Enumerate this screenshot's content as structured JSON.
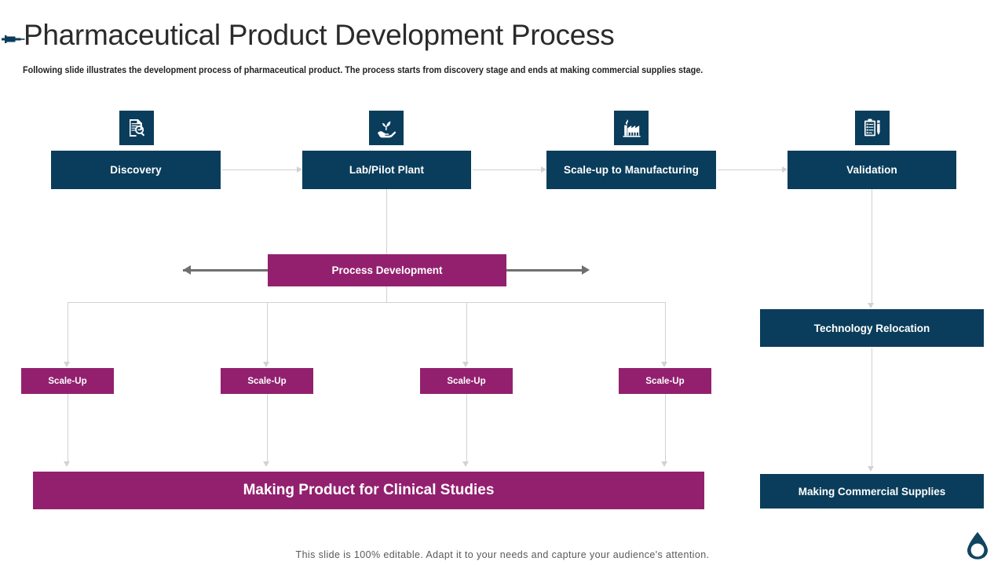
{
  "header": {
    "bullet_icon": "syringe-icon",
    "title": "Pharmaceutical Product Development Process",
    "subtitle": "Following slide illustrates the development process of pharmaceutical product. The process starts from discovery stage and ends at making commercial supplies stage."
  },
  "colors": {
    "navy": "#0a3d5b",
    "magenta": "#93206f",
    "connector_light": "#d2d2d2",
    "connector_dark": "#6f6f6f",
    "title_text": "#2b2b2b",
    "footer_text": "#58595b"
  },
  "stages": [
    {
      "label": "Discovery",
      "icon": "document-search-icon"
    },
    {
      "label": "Lab/Pilot Plant",
      "icon": "hand-plant-icon"
    },
    {
      "label": "Scale-up to Manufacturing",
      "icon": "factory-icon"
    },
    {
      "label": "Validation",
      "icon": "clipboard-checklist-pencil-icon"
    }
  ],
  "process_development": {
    "label": "Process Development"
  },
  "scale_ups": [
    {
      "label": "Scale-Up"
    },
    {
      "label": "Scale-Up"
    },
    {
      "label": "Scale-Up"
    },
    {
      "label": "Scale-Up"
    }
  ],
  "outputs": {
    "clinical": "Making Product for Clinical Studies",
    "technology_relocation": "Technology Relocation",
    "commercial": "Making Commercial  Supplies"
  },
  "footer": {
    "note": "This slide is 100% editable. Adapt it to your needs and capture your audience's attention.",
    "logo_icon": "water-droplet-logo"
  }
}
